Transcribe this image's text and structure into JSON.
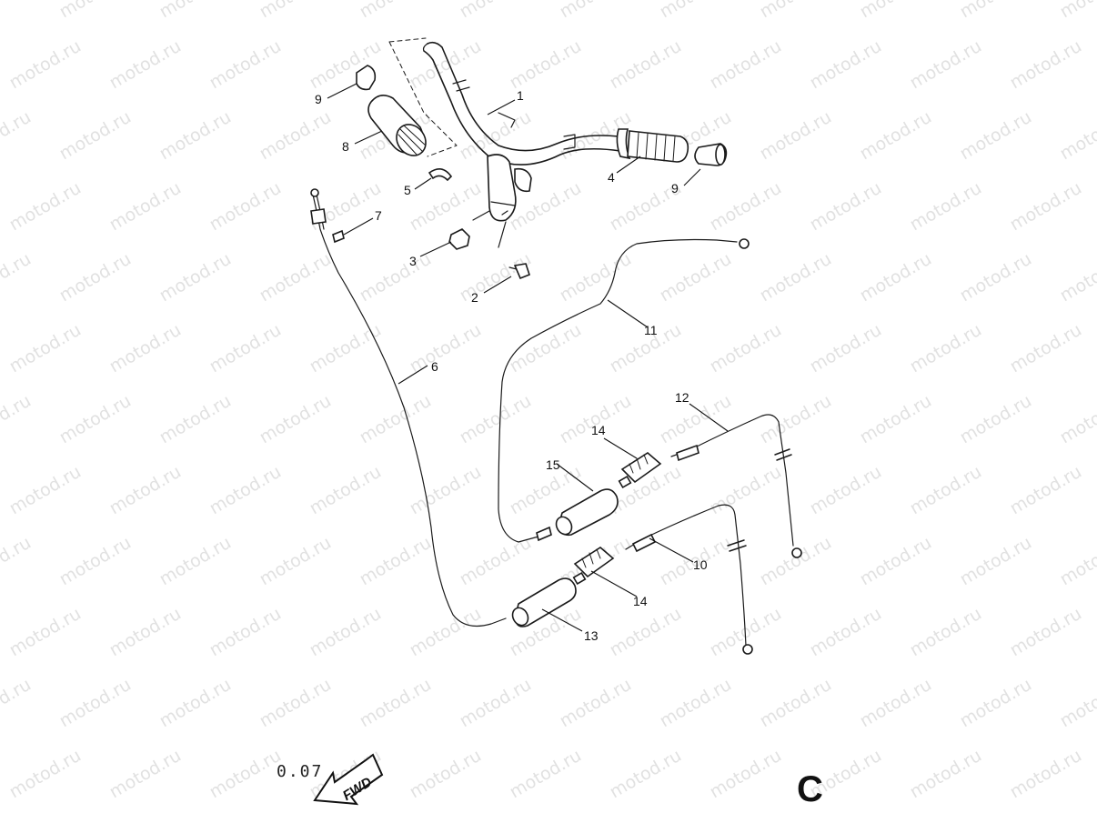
{
  "watermark": "motod.ru",
  "page_letter": "C",
  "ref_code": "0.07",
  "fwd_label": "FWD",
  "callouts": [
    {
      "id": "c1",
      "label": "1"
    },
    {
      "id": "c2",
      "label": "2"
    },
    {
      "id": "c3",
      "label": "3"
    },
    {
      "id": "c4",
      "label": "4"
    },
    {
      "id": "c5",
      "label": "5"
    },
    {
      "id": "c6",
      "label": "6"
    },
    {
      "id": "c7",
      "label": "7"
    },
    {
      "id": "c8",
      "label": "8"
    },
    {
      "id": "c9a",
      "label": "9"
    },
    {
      "id": "c9b",
      "label": "9"
    },
    {
      "id": "c10",
      "label": "10"
    },
    {
      "id": "c11",
      "label": "11"
    },
    {
      "id": "c12",
      "label": "12"
    },
    {
      "id": "c13",
      "label": "13"
    },
    {
      "id": "c14a",
      "label": "14"
    },
    {
      "id": "c14b",
      "label": "14"
    },
    {
      "id": "c15",
      "label": "15"
    }
  ]
}
